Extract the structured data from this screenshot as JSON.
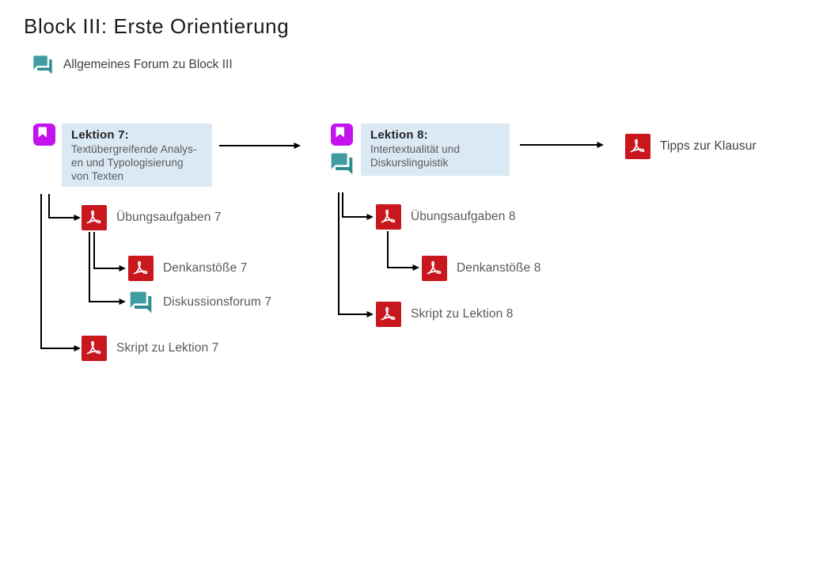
{
  "page_title": "Block III: Erste Orientierung",
  "general_forum": {
    "label": "Allgemeines Forum zu Block III",
    "icon": "forum-icon"
  },
  "lessons": [
    {
      "title": "Lektion 7:",
      "subtitle_lines": [
        "Textübergreifende Analys-",
        "en und Typologisierung",
        "von Texten"
      ],
      "icon": "book-icon",
      "resources": [
        {
          "label": "Übungsaufgaben 7",
          "type": "pdf",
          "icon": "pdf-icon"
        },
        {
          "label": "Denkanstöße 7",
          "type": "pdf",
          "icon": "pdf-icon"
        },
        {
          "label": "Diskussionsforum 7",
          "type": "forum",
          "icon": "forum-icon"
        },
        {
          "label": "Skript zu Lektion 7",
          "type": "pdf",
          "icon": "pdf-icon"
        }
      ]
    },
    {
      "title": "Lektion 8:",
      "subtitle_lines": [
        "Intertextualität und",
        "Diskurslinguistik"
      ],
      "icon": "book-icon-and-forum-icon",
      "resources": [
        {
          "label": "Übungsaufgaben 8",
          "type": "pdf",
          "icon": "pdf-icon"
        },
        {
          "label": "Denkanstöße 8",
          "type": "pdf",
          "icon": "pdf-icon"
        },
        {
          "label": "Skript zu Lektion 8",
          "type": "pdf",
          "icon": "pdf-icon"
        }
      ]
    }
  ],
  "standalone": {
    "tipps_label": "Tipps zur Klausur",
    "icon": "pdf-icon"
  },
  "colors": {
    "lesson_icon_magenta": "#c412ee",
    "forum_teal": "#3f9da1",
    "forum_teal_dark": "#2e8c90",
    "pdf_red": "#c9171e",
    "lesson_box_blue": "#dbe9f5",
    "connector_black": "#000000",
    "label_gray": "#595959",
    "title_dark": "#1b1b1b"
  }
}
